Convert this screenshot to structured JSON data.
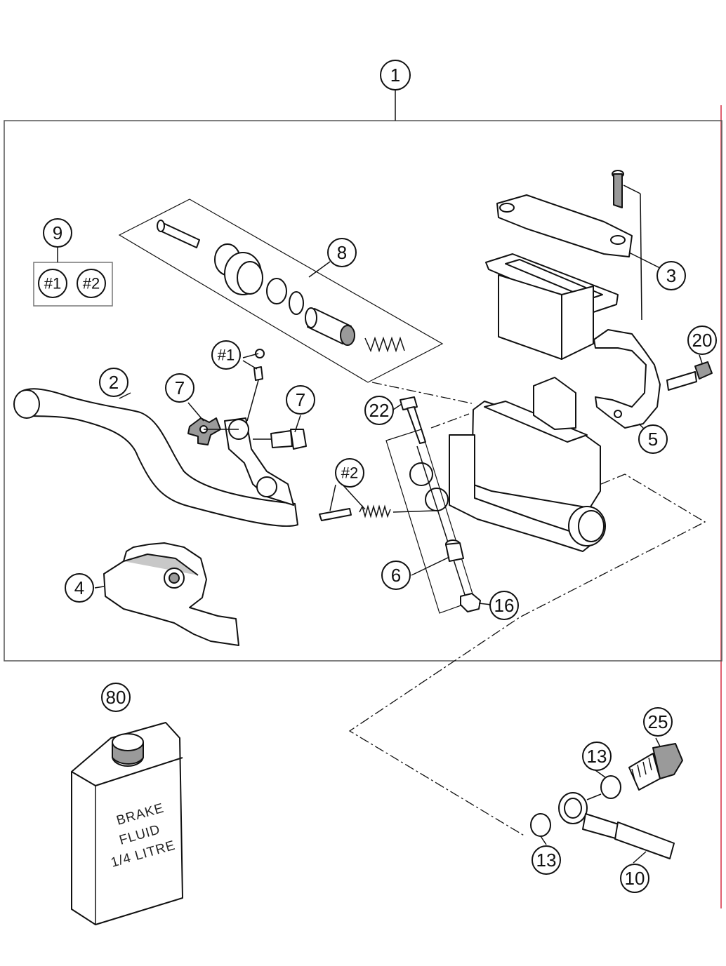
{
  "callouts": {
    "c1": "1",
    "c2": "2",
    "c3": "3",
    "c4": "4",
    "c5": "5",
    "c6": "6",
    "c7a": "7",
    "c7b": "7",
    "c8": "8",
    "c9": "9",
    "c10": "10",
    "c13a": "13",
    "c13b": "13",
    "c16": "16",
    "c20": "20",
    "c22": "22",
    "c25": "25",
    "c80": "80",
    "k1_legend": "#1",
    "k2_legend": "#2",
    "k1": "#1",
    "k2": "#2"
  },
  "container_label": {
    "line1": "BRAKE",
    "line2": "FLUID",
    "line3": "1/4 LITRE"
  },
  "colors": {
    "line": "#111111",
    "shade": "#9a9a9a",
    "right_edge": "#e06070"
  }
}
